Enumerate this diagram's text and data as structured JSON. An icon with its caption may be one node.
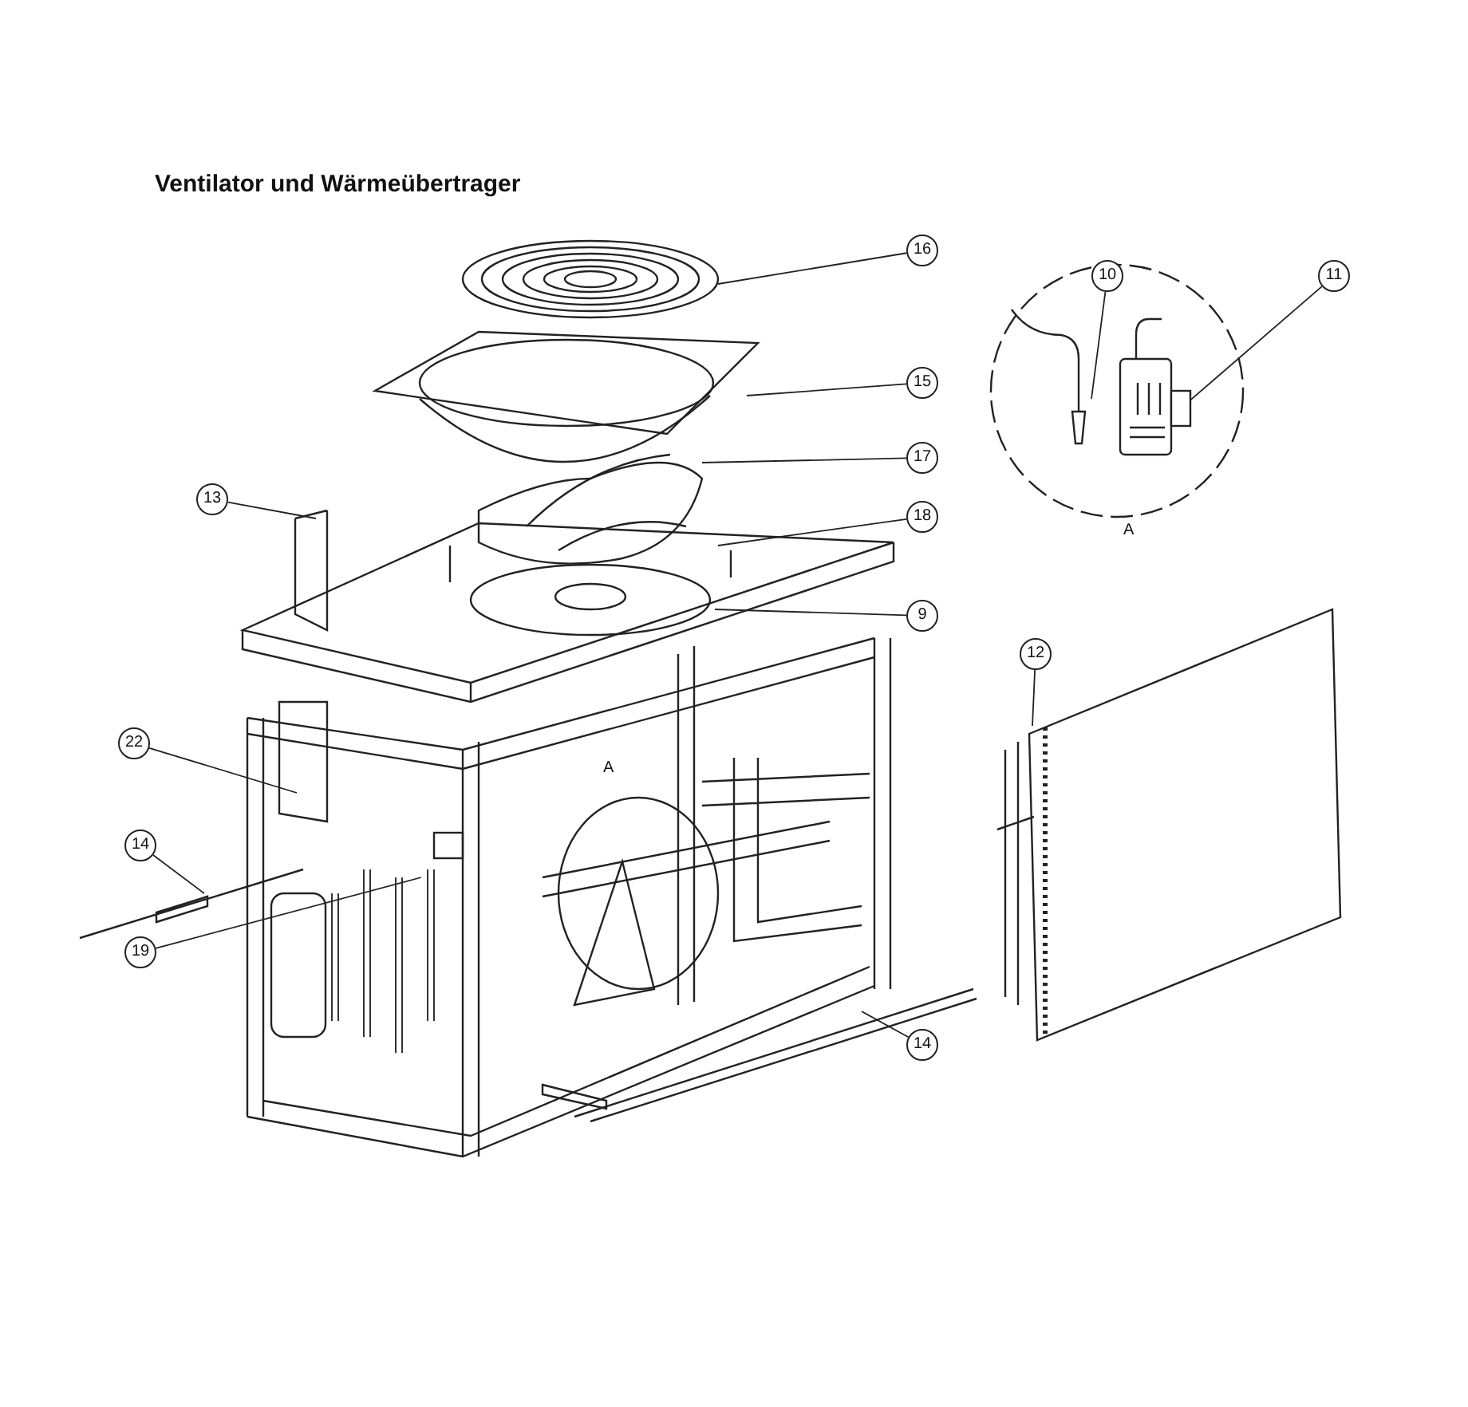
{
  "diagram": {
    "title": "Ventilator und Wärmeübertrager",
    "nodes": [
      {
        "text": [
          "16"
        ]
      },
      {
        "text": [
          "10"
        ]
      },
      {
        "text": [
          "11"
        ]
      },
      {
        "text": [
          "15"
        ]
      },
      {
        "text": [
          "17"
        ]
      },
      {
        "text": [
          "13"
        ]
      },
      {
        "text": [
          "18"
        ]
      },
      {
        "text": [
          "9"
        ]
      },
      {
        "text": [
          "12"
        ]
      },
      {
        "text": [
          "22"
        ]
      },
      {
        "text": [
          "14"
        ]
      },
      {
        "text": [
          "19"
        ]
      },
      {
        "text": [
          "14"
        ]
      },
      {
        "text": [],
        "shape": "box"
      }
    ],
    "edges": [
      {
        "from": 0,
        "to": null,
        "arrow": "none"
      },
      {
        "from": 1,
        "to": null,
        "arrow": "none"
      },
      {
        "from": 2,
        "to": 13,
        "arrow": "none"
      },
      {
        "from": 3,
        "to": null,
        "arrow": "none"
      },
      {
        "from": 4,
        "to": null,
        "arrow": "none"
      },
      {
        "from": 5,
        "to": null,
        "arrow": "none"
      },
      {
        "from": 6,
        "to": null,
        "arrow": "none"
      },
      {
        "from": 7,
        "to": null,
        "arrow": "none"
      },
      {
        "from": 8,
        "to": null,
        "arrow": "none"
      },
      {
        "from": 9,
        "to": null,
        "arrow": "none"
      },
      {
        "from": 10,
        "to": null,
        "arrow": "none"
      },
      {
        "from": 11,
        "to": null,
        "arrow": "none"
      },
      {
        "from": 12,
        "to": null,
        "arrow": "none"
      }
    ],
    "labels": [
      "A",
      "A"
    ]
  }
}
